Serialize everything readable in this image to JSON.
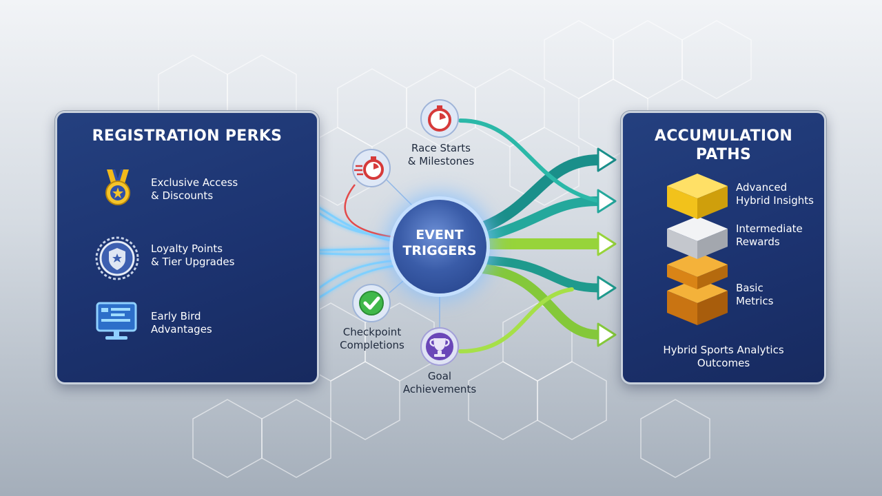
{
  "left_panel": {
    "title": "REGISTRATION PERKS",
    "perks": [
      {
        "line1": "Exclusive Access",
        "line2": "& Discounts",
        "icon": "medal-icon"
      },
      {
        "line1": "Loyalty Points",
        "line2": "& Tier Upgrades",
        "icon": "shield-badge-icon"
      },
      {
        "line1": "Early Bird",
        "line2": "Advantages",
        "icon": "monitor-icon"
      }
    ]
  },
  "hub": {
    "line1": "EVENT",
    "line2": "TRIGGERS"
  },
  "triggers": [
    {
      "line1": "Race Starts",
      "line2": "& Milestones",
      "icon": "stopwatch-icon"
    },
    {
      "line1": "Checkpoint",
      "line2": "Completions",
      "icon": "checkmark-icon"
    },
    {
      "line1": "Goal",
      "line2": "Achievements",
      "icon": "trophy-icon"
    }
  ],
  "right_panel": {
    "title_line1": "ACCUMULATION",
    "title_line2": "PATHS",
    "levels": [
      {
        "line1": "Advanced",
        "line2": "Hybrid Insights",
        "color": "#f2c21b"
      },
      {
        "line1": "Intermediate",
        "line2": "Rewards",
        "color": "#c9cbd0"
      },
      {
        "line1": "Basic",
        "line2": "Metrics",
        "color": "#e0901a"
      }
    ],
    "outcome_line1": "Hybrid Sports Analytics",
    "outcome_line2": "Outcomes"
  },
  "colors": {
    "panel": "#1f3775",
    "teal": "#1fa89a",
    "lime": "#8fd33a",
    "glow_blue": "#6fc3ff"
  }
}
